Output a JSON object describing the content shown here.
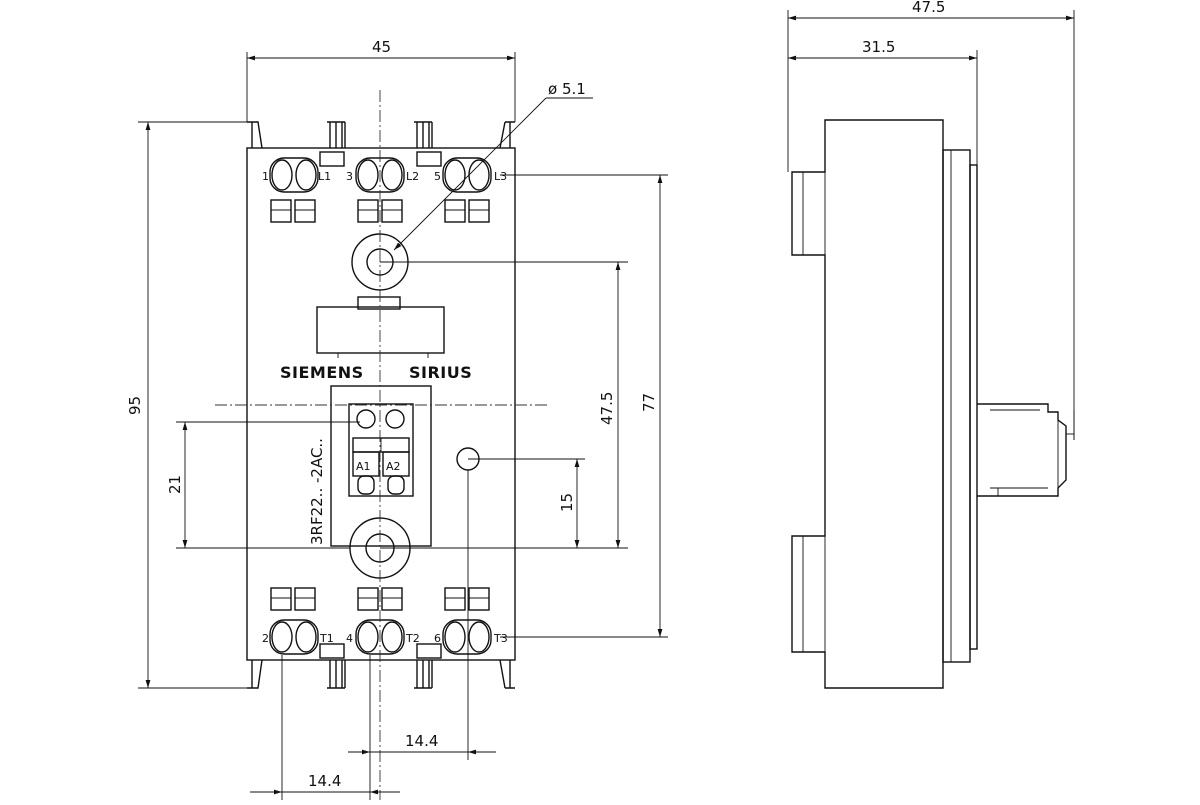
{
  "dimensions": {
    "front_width": "45",
    "hole_diameter": "ø 5.1",
    "overall_height": "95",
    "terminal_spacing": "77",
    "hole_spacing": "47.5",
    "control_offset": "21",
    "led_offset": "15",
    "pitch_upper": "14.4",
    "pitch_lower": "14.4",
    "side_depth_total": "47.5",
    "side_depth_body": "31.5"
  },
  "labels": {
    "brand": "SIEMENS",
    "series": "SIRIUS",
    "model": "3RF22.. -2AC.."
  },
  "terminals": {
    "top": [
      "1",
      "L1",
      "3",
      "L2",
      "5",
      "L3"
    ],
    "bottom": [
      "2",
      "T1",
      "4",
      "T2",
      "6",
      "T3"
    ],
    "control": [
      "A1",
      "A2"
    ]
  }
}
